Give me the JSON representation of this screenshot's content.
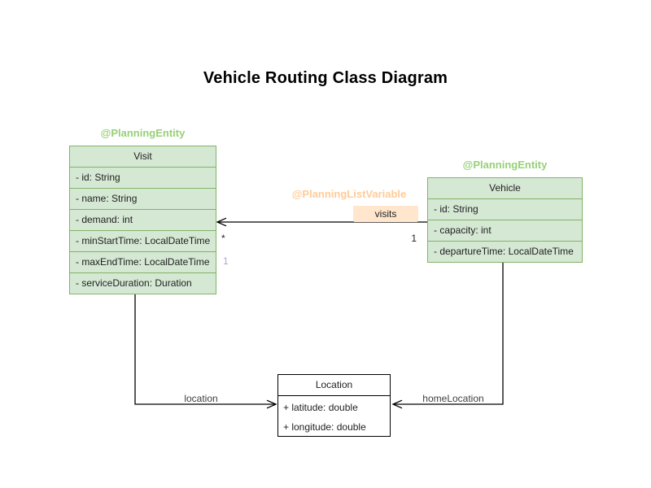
{
  "title": "Vehicle Routing Class Diagram",
  "colors": {
    "class_green_fill": "#d5e8d4",
    "class_green_border": "#82b366",
    "stereotype_green_text": "#97d077",
    "stereotype_orange_text": "#ffcc99",
    "edge_label_orange_fill": "#ffe6cc",
    "multiplicity_purple_text": "#b3a2ce",
    "connector_line": "#000000"
  },
  "classes": {
    "visit": {
      "stereotype": "@PlanningEntity",
      "name": "Visit",
      "attributes": [
        "- id: String",
        "- name: String",
        "- demand: int",
        "- minStartTime: LocalDateTime",
        "- maxEndTime: LocalDateTime",
        "- serviceDuration: Duration"
      ]
    },
    "vehicle": {
      "stereotype": "@PlanningEntity",
      "name": "Vehicle",
      "attributes": [
        "- id: String",
        "- capacity: int",
        "- departureTime: LocalDateTime"
      ]
    },
    "location": {
      "name": "Location",
      "attributes": [
        "+ latitude: double",
        "+ longitude: double"
      ]
    }
  },
  "associations": {
    "visits": {
      "stereotype": "@PlanningListVariable",
      "label": "visits",
      "target_multiplicity": "*",
      "source_multiplicity": "1",
      "secondary_multiplicity": "1"
    },
    "location_edge": {
      "label": "location"
    },
    "home_location_edge": {
      "label": "homeLocation"
    }
  }
}
